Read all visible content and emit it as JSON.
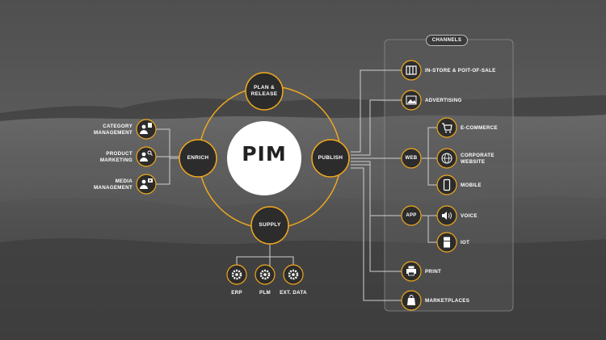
{
  "colors": {
    "accent": "#f0a81e",
    "node_fill": "#2c2c2c",
    "line": "#cfcfcf",
    "core_fill": "#ffffff"
  },
  "core": {
    "label": "PIM"
  },
  "nodes": {
    "plan": "PLAN &\nRELEASE",
    "enrich": "ENRICH",
    "publish": "PUBLISH",
    "supply": "SUPPLY",
    "web": "WEB",
    "app": "APP"
  },
  "enrich_sources": [
    {
      "label": "CATEGORY\nMANAGEMENT",
      "icon": "person-document-icon"
    },
    {
      "label": "PRODUCT\nMARKETING",
      "icon": "person-search-icon"
    },
    {
      "label": "MEDIA\nMANAGEMENT",
      "icon": "person-video-icon"
    }
  ],
  "supply_sources": [
    {
      "label": "ERP",
      "icon": "gear-icon"
    },
    {
      "label": "PLM",
      "icon": "gear-icon"
    },
    {
      "label": "EXT. DATA",
      "icon": "gear-icon"
    }
  ],
  "channels": {
    "title": "CHANNELS",
    "items": [
      {
        "label": "IN-STORE & POIT-OF-SALE",
        "icon": "storefront-icon"
      },
      {
        "label": "ADVERTISING",
        "icon": "image-icon"
      },
      {
        "label": "E-COMMERCE",
        "icon": "shopping-cart-icon"
      },
      {
        "label": "CORPORATE\nWEBSITE",
        "icon": "globe-icon"
      },
      {
        "label": "MOBILE",
        "icon": "mobile-phone-icon"
      },
      {
        "label": "VOICE",
        "icon": "speaker-icon"
      },
      {
        "label": "IOT",
        "icon": "fridge-icon"
      },
      {
        "label": "PRINT",
        "icon": "printer-icon"
      },
      {
        "label": "MARKETPLACES",
        "icon": "shopping-bag-icon"
      }
    ]
  }
}
